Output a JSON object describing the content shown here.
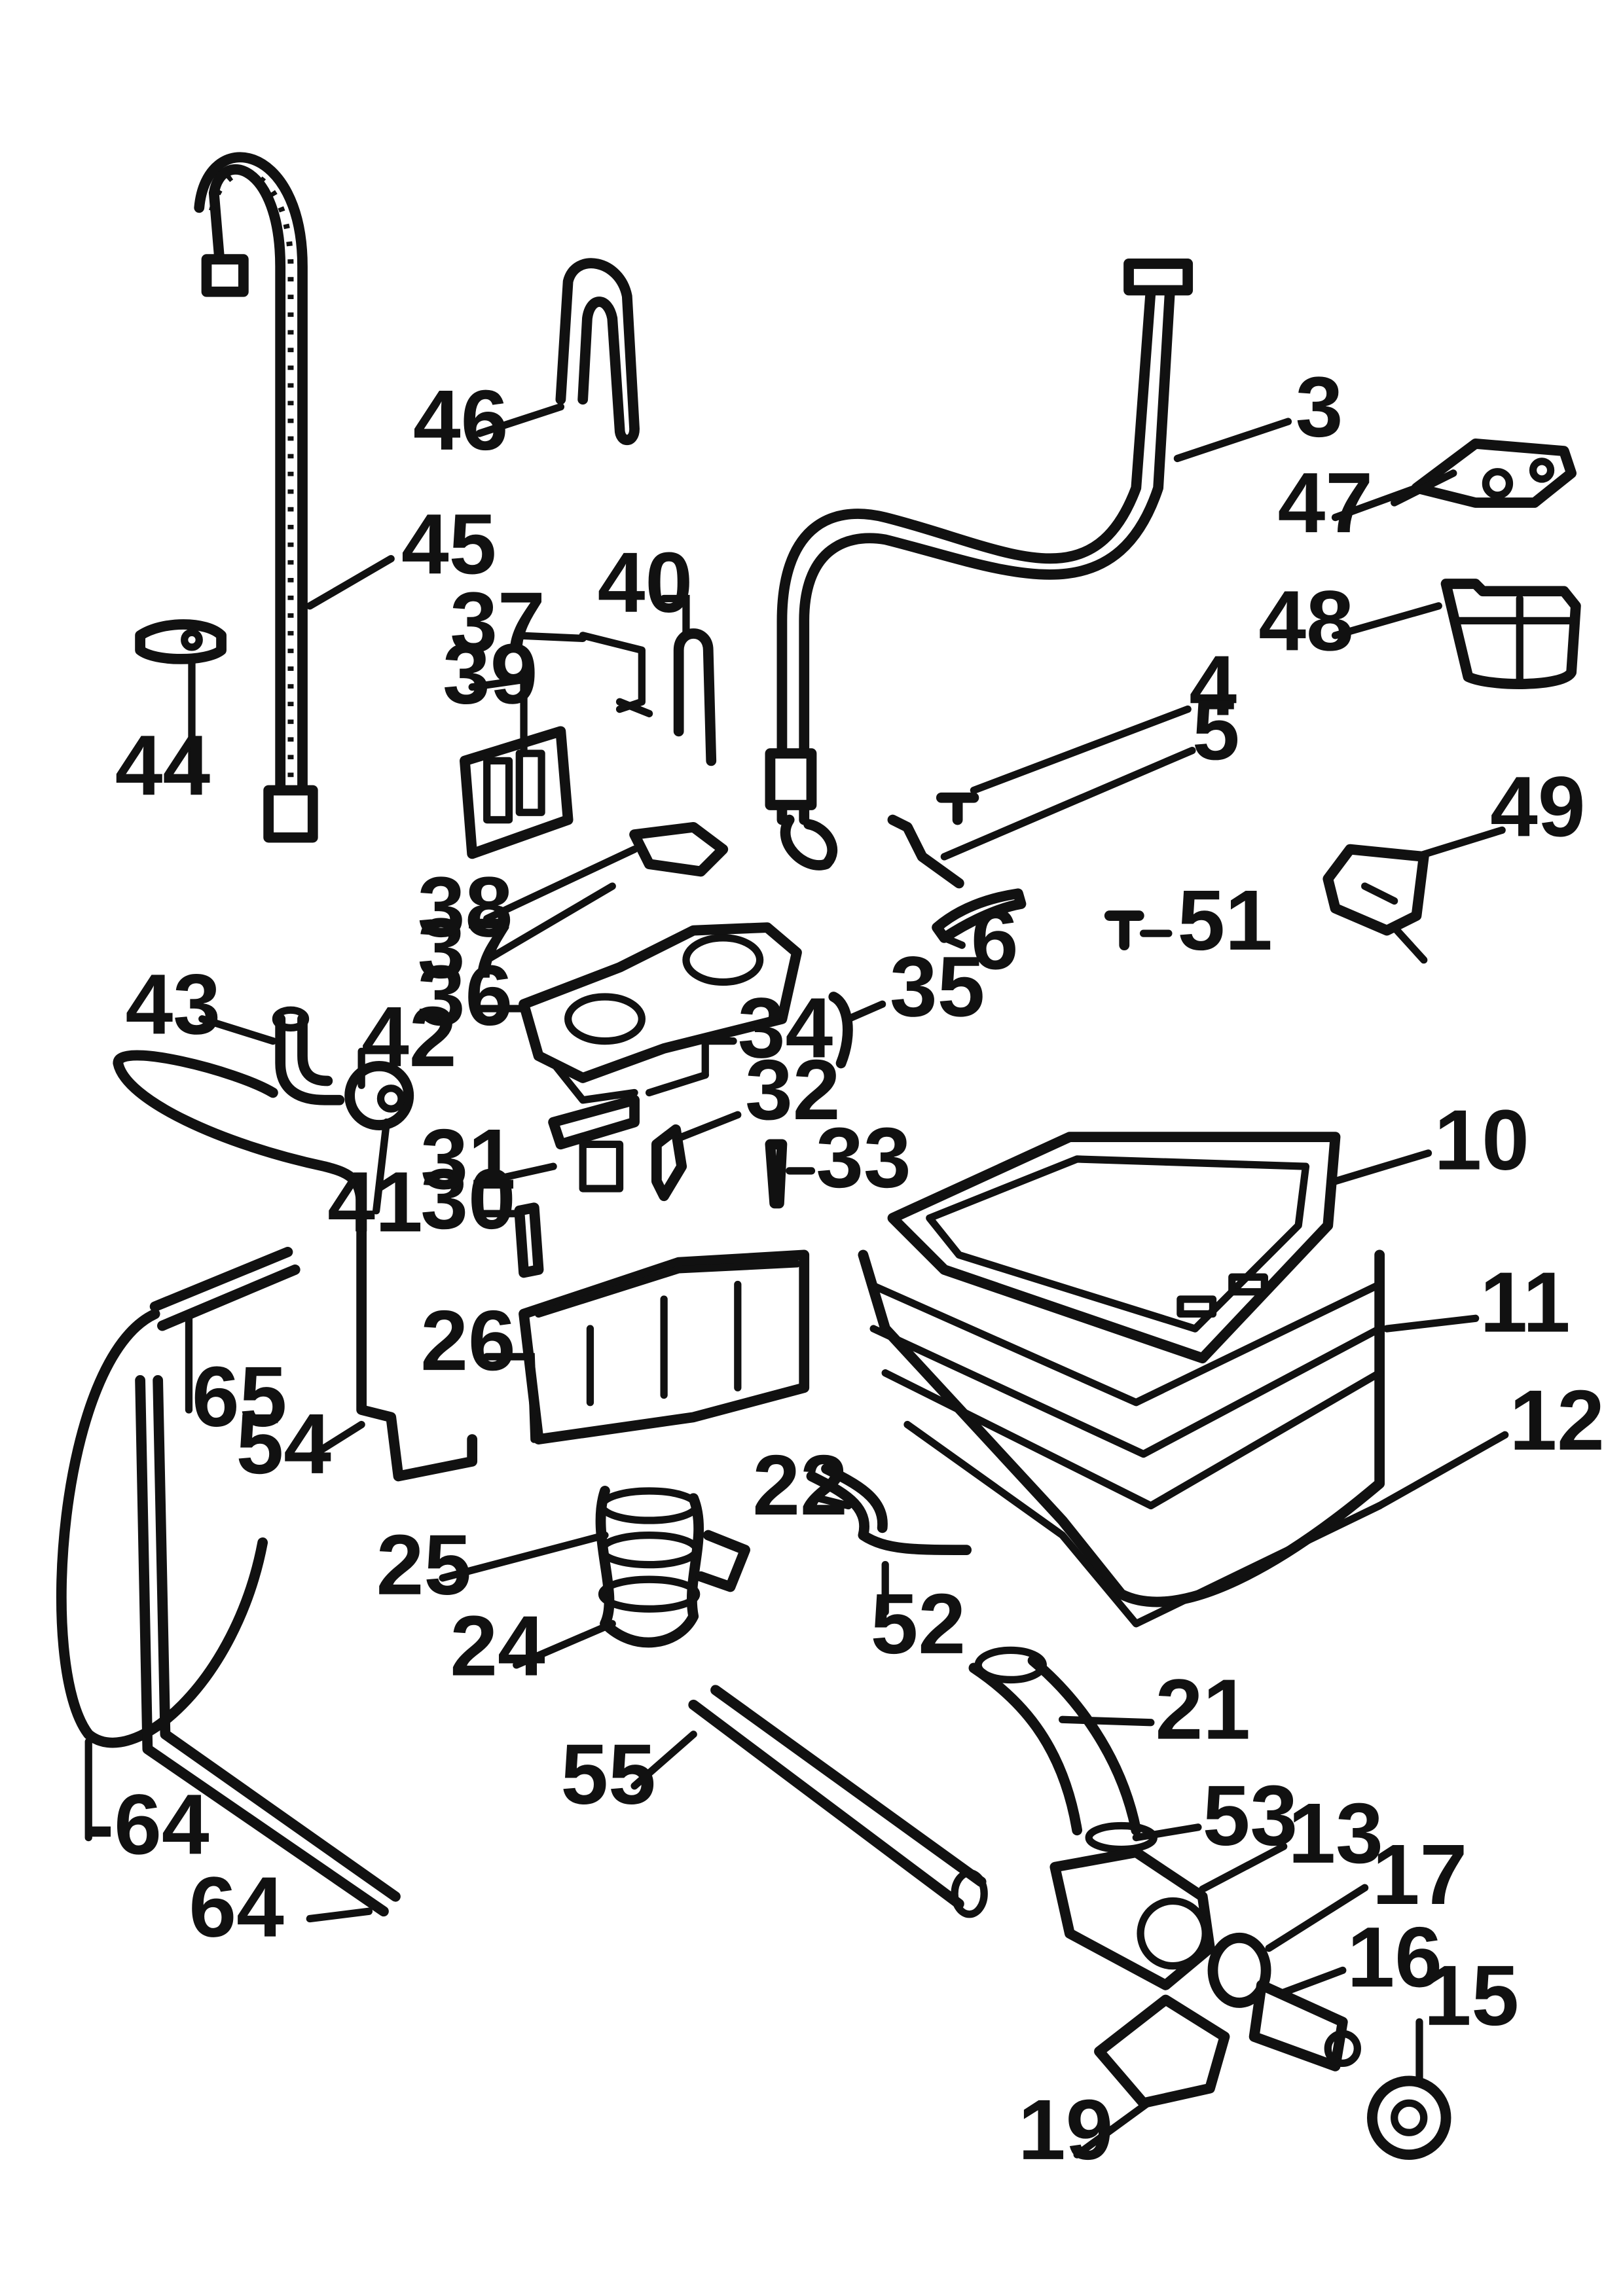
{
  "callouts": [
    {
      "id": "c3",
      "text": "3"
    },
    {
      "id": "c4",
      "text": "4"
    },
    {
      "id": "c5",
      "text": "5"
    },
    {
      "id": "c6",
      "text": "6"
    },
    {
      "id": "c10",
      "text": "10"
    },
    {
      "id": "c11",
      "text": "11"
    },
    {
      "id": "c12",
      "text": "12"
    },
    {
      "id": "c13",
      "text": "13"
    },
    {
      "id": "c15",
      "text": "15"
    },
    {
      "id": "c16",
      "text": "16"
    },
    {
      "id": "c17",
      "text": "17"
    },
    {
      "id": "c19",
      "text": "19"
    },
    {
      "id": "c21",
      "text": "21"
    },
    {
      "id": "c22",
      "text": "22"
    },
    {
      "id": "c24",
      "text": "24"
    },
    {
      "id": "c25",
      "text": "25"
    },
    {
      "id": "c26",
      "text": "26"
    },
    {
      "id": "c30",
      "text": "30"
    },
    {
      "id": "c31",
      "text": "31"
    },
    {
      "id": "c32",
      "text": "32"
    },
    {
      "id": "c33",
      "text": "33"
    },
    {
      "id": "c34",
      "text": "34"
    },
    {
      "id": "c35",
      "text": "35"
    },
    {
      "id": "c36",
      "text": "36"
    },
    {
      "id": "c37a",
      "text": "37"
    },
    {
      "id": "c37b",
      "text": "37"
    },
    {
      "id": "c38",
      "text": "38"
    },
    {
      "id": "c39",
      "text": "39"
    },
    {
      "id": "c40",
      "text": "40"
    },
    {
      "id": "c41",
      "text": "41"
    },
    {
      "id": "c42",
      "text": "42"
    },
    {
      "id": "c43",
      "text": "43"
    },
    {
      "id": "c44",
      "text": "44"
    },
    {
      "id": "c45",
      "text": "45"
    },
    {
      "id": "c46",
      "text": "46"
    },
    {
      "id": "c47",
      "text": "47"
    },
    {
      "id": "c48",
      "text": "48"
    },
    {
      "id": "c49",
      "text": "49"
    },
    {
      "id": "c51",
      "text": "51"
    },
    {
      "id": "c52",
      "text": "52"
    },
    {
      "id": "c53",
      "text": "53"
    },
    {
      "id": "c54",
      "text": "54"
    },
    {
      "id": "c55",
      "text": "55"
    },
    {
      "id": "c64a",
      "text": "-64"
    },
    {
      "id": "c64b",
      "text": "64"
    },
    {
      "id": "c65",
      "text": "65"
    }
  ]
}
